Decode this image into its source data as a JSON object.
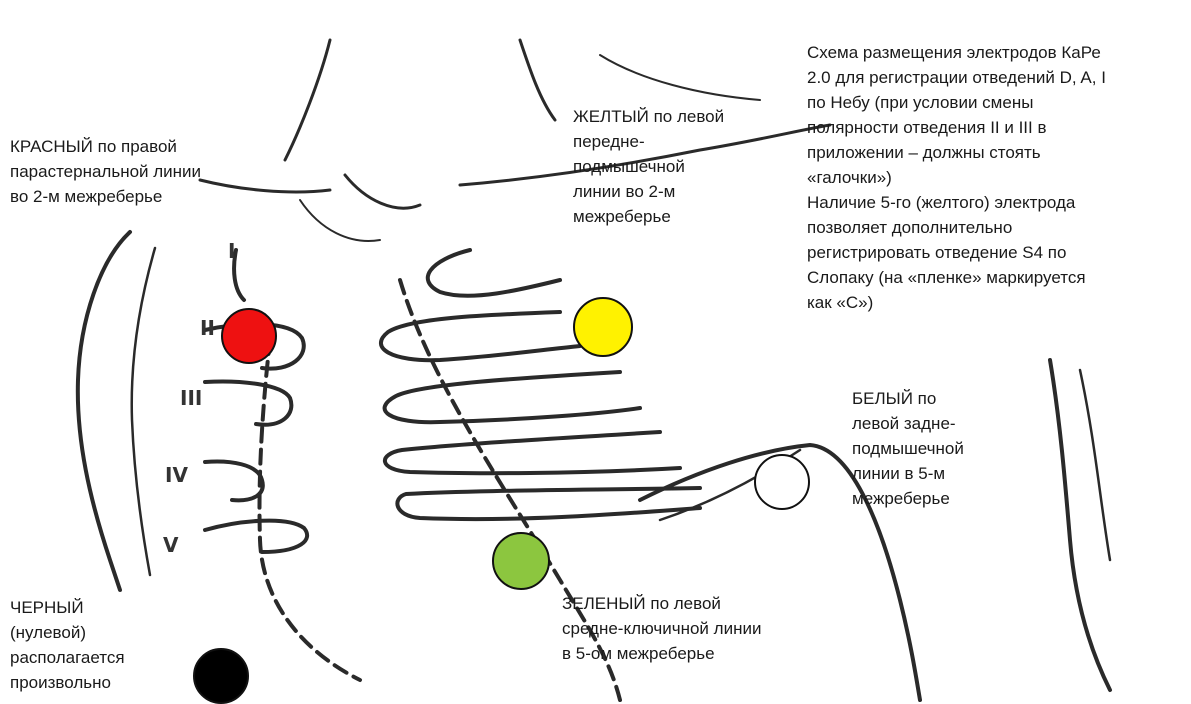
{
  "labels": {
    "red": "КРАСНЫЙ по правой\nпарастернальной линии\nво 2-м межреберье",
    "yellow": "ЖЕЛТЫЙ по левой\nпередне-\nподмышечной\nлинии во 2-м\nмежреберье",
    "scheme": "Схема размещения электродов КаРе\n2.0 для регистрации отведений D, A, I\nпо Небу (при условии смены\nполярности отведения II и III в\nприложении – должны стоять\n«галочки»)\nНаличие 5-го (желтого) электрода\nпозволяет дополнительно\nрегистрировать отведение S4 по\nСлопаку (на «пленке» маркируется\nкак «С»)",
    "white": "БЕЛЫЙ по\nлевой задне-\nподмышечной\nлинии в 5-м\nмежреберье",
    "green": "ЗЕЛЕНЫЙ по левой\nсредне-ключичной линии\nв 5-ом межреберье",
    "black": "ЧЕРНЫЙ\n(нулевой)\nрасполагается\nпроизвольно"
  },
  "rib_numerals": [
    "I",
    "II",
    "III",
    "IV",
    "V"
  ],
  "electrode_colors": {
    "red": "#ee1111",
    "yellow": "#fff200",
    "green": "#8cc63f",
    "white": "#ffffff",
    "black": "#000000"
  }
}
